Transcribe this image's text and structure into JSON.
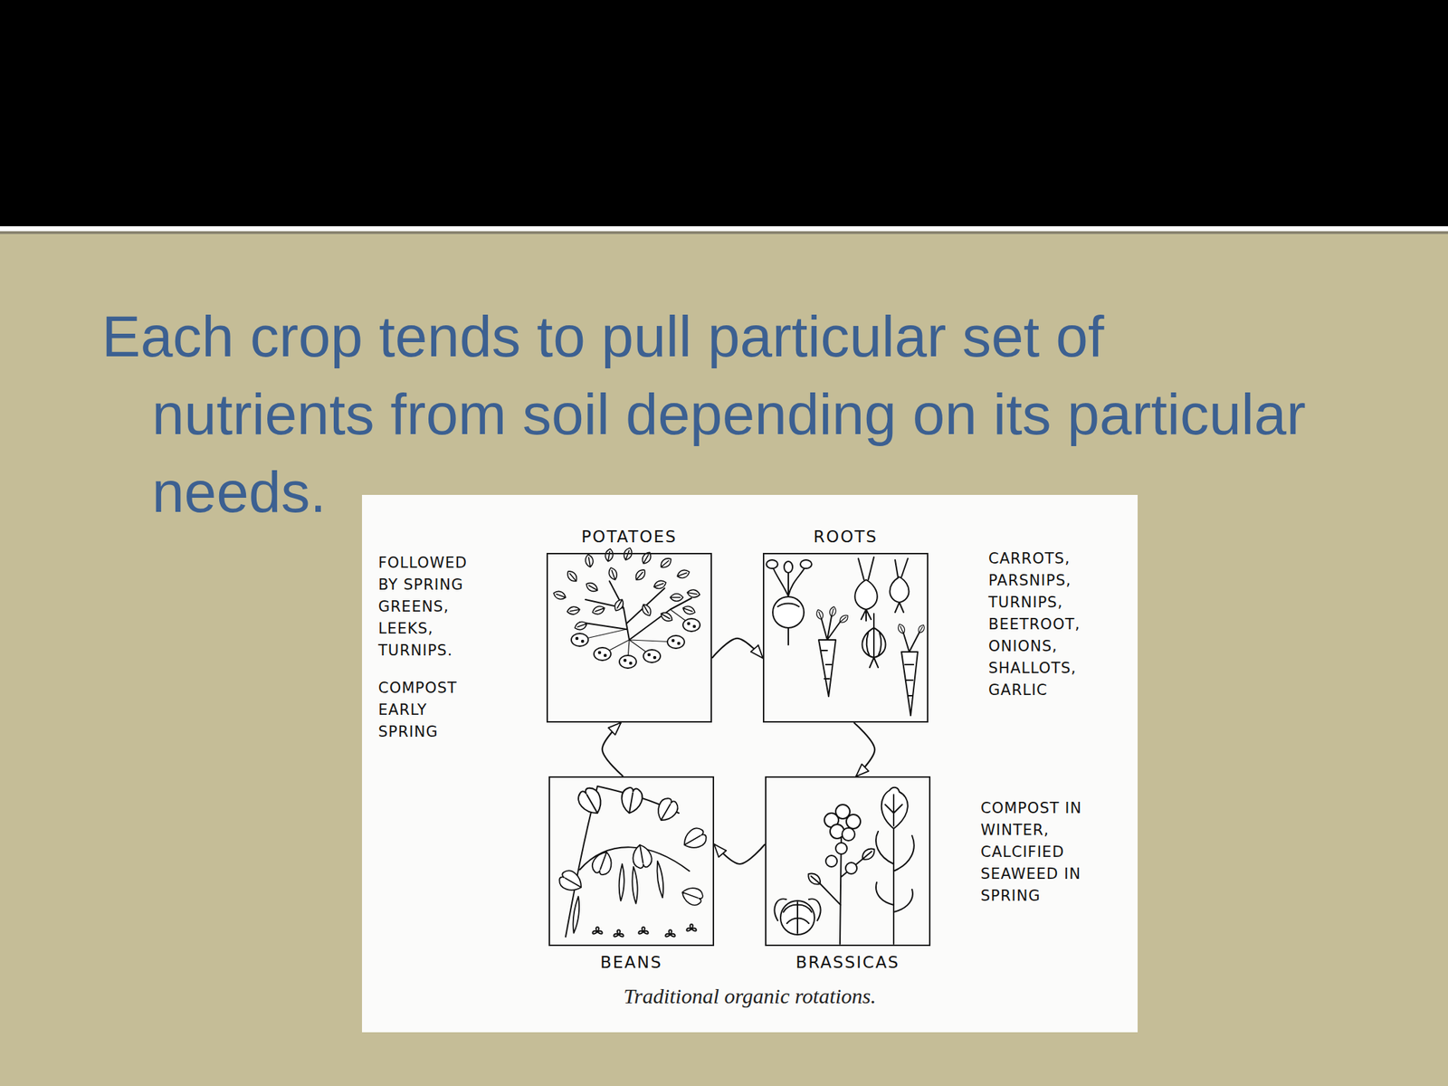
{
  "diagram": {
    "title": "Each crop tends to pull particular set of nutrients from soil depending on its particular needs.",
    "caption": "Traditional organic rotations.",
    "nodes": [
      {
        "text": [
          "POTATOES"
        ]
      },
      {
        "text": [
          "ROOTS"
        ]
      },
      {
        "text": [
          "BEANS"
        ]
      },
      {
        "text": [
          "BRASSICAS"
        ]
      }
    ],
    "edges": [
      {
        "from": 0,
        "to": 1,
        "arrow": "to"
      },
      {
        "from": 1,
        "to": 3,
        "arrow": "to"
      },
      {
        "from": 3,
        "to": 2,
        "arrow": "to"
      },
      {
        "from": 2,
        "to": 0,
        "arrow": "to"
      }
    ],
    "labels": [
      "FOLLOWED BY SPRING GREENS, LEEKS, TURNIPS.",
      "COMPOST EARLY SPRING",
      "CARROTS, PARSNIPS, TURNIPS, BEETROOT, ONIONS, SHALLOTS, GARLIC",
      "COMPOST IN WINTER, CALCIFIED SEAWEED IN SPRING"
    ]
  }
}
